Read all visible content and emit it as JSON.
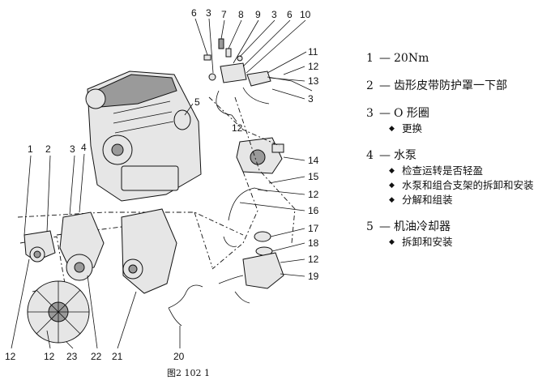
{
  "callouts": {
    "c1": "1",
    "c2": "2",
    "c3": "3",
    "c4": "4",
    "c5": "5",
    "c6a": "6",
    "c3a": "3",
    "c7": "7",
    "c8": "8",
    "c9": "9",
    "c3b": "3",
    "c6b": "6",
    "c10": "10",
    "c11": "11",
    "c12a": "12",
    "c13": "13",
    "c3c": "3",
    "c12b": "12",
    "c14": "14",
    "c15": "15",
    "c12c": "12",
    "c16": "16",
    "c17": "17",
    "c18": "18",
    "c12d": "12",
    "c19": "19",
    "c20": "20",
    "c21": "21",
    "c22": "22",
    "c23": "23",
    "c12e": "12",
    "c12f": "12"
  },
  "caption": "图2  102  1",
  "legend": [
    {
      "num": "1",
      "dash": "—",
      "text": "20Nm",
      "subs": []
    },
    {
      "num": "2",
      "dash": "—",
      "text": "齿形皮带防护罩一下部",
      "subs": []
    },
    {
      "num": "3",
      "dash": "—",
      "text": "O 形圈",
      "subs": [
        "更换"
      ]
    },
    {
      "num": "4",
      "dash": "—",
      "text": "水泵",
      "subs": [
        "检查运转是否轻盈",
        "水泵和组合支架的拆卸和安装",
        "分解和组装"
      ]
    },
    {
      "num": "5",
      "dash": "—",
      "text": "机油冷却器",
      "subs": [
        "拆卸和安装"
      ]
    }
  ],
  "bullet_icon": "diamond-bullet-icon"
}
